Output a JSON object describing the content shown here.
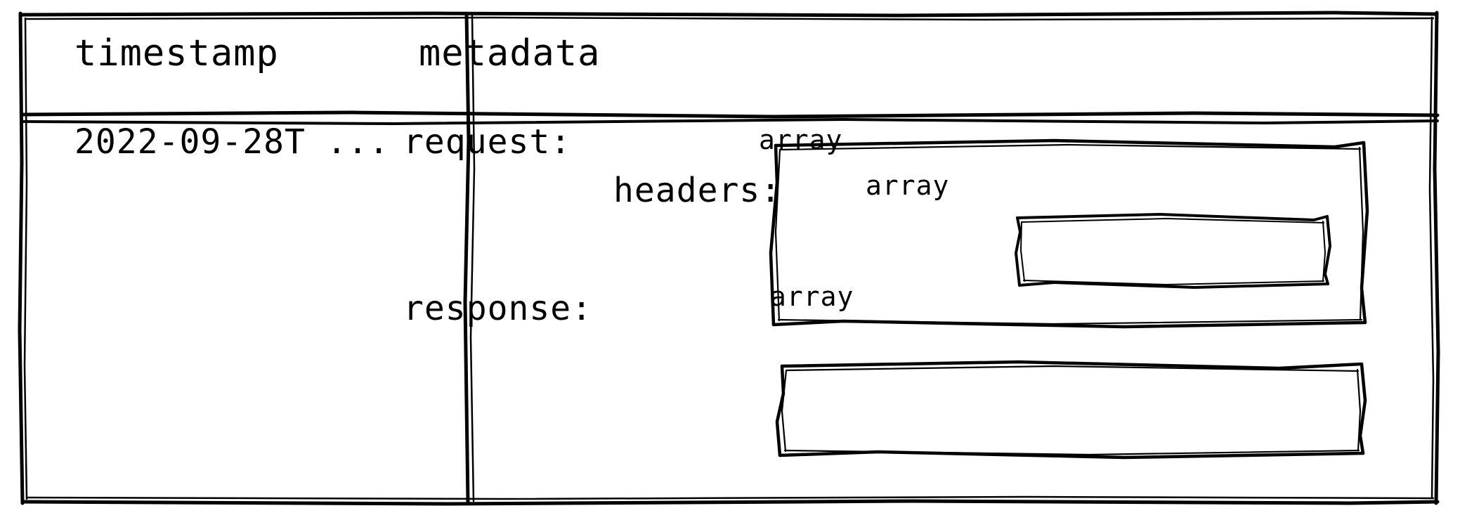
{
  "diagram": {
    "type": "schema-table",
    "style": "hand-drawn",
    "stroke_color": "#000000",
    "background_color": "#ffffff",
    "table": {
      "columns": [
        {
          "header": "timestamp"
        },
        {
          "header": "metadata"
        }
      ],
      "rows": [
        {
          "timestamp": "2022-09-28T ...",
          "metadata": {
            "fields": [
              {
                "key": "request:",
                "type_label": "array",
                "nested": {
                  "fields": [
                    {
                      "key": "headers:",
                      "type_label": "array"
                    }
                  ]
                }
              },
              {
                "key": "response:",
                "type_label": "array"
              }
            ]
          }
        }
      ]
    }
  }
}
